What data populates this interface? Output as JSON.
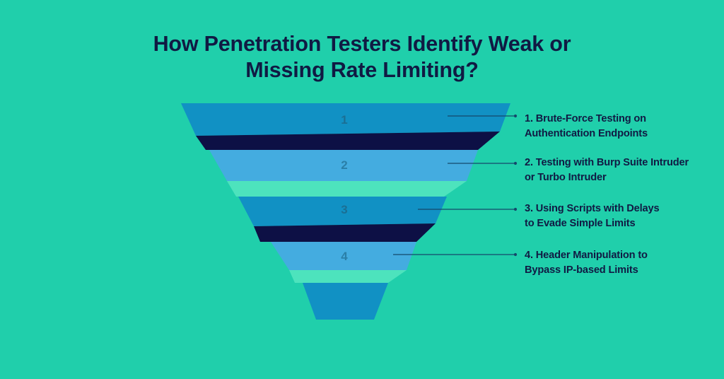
{
  "background_color": "#20cfab",
  "title": {
    "line1": "How Penetration Testers Identify Weak or",
    "line2": "Missing Rate Limiting?"
  },
  "palette": {
    "background": "#20cfab",
    "band_blue_dark": "#1191c4",
    "band_navy": "#0d1045",
    "band_blue_light": "#44ace0",
    "band_mint": "#4de3bd",
    "text_navy": "#101a43",
    "connector": "#15486b",
    "number_fill": "#1b6f94"
  },
  "funnel": {
    "steps": [
      {
        "number": "1",
        "band_color": "#1191c4"
      },
      {
        "number": "2",
        "band_color": "#44ace0"
      },
      {
        "number": "3",
        "band_color": "#1191c4"
      },
      {
        "number": "4",
        "band_color": "#44ace0"
      }
    ]
  },
  "labels": [
    {
      "id": "label-1",
      "line1": "1. Brute-Force Testing on",
      "line2": "Authentication Endpoints"
    },
    {
      "id": "label-2",
      "line1": "2. Testing with Burp Suite Intruder",
      "line2": "or Turbo Intruder"
    },
    {
      "id": "label-3",
      "line1": "3. Using Scripts with Delays",
      "line2": "to Evade Simple Limits"
    },
    {
      "id": "label-4",
      "line1": "4. Header Manipulation to",
      "line2": "Bypass IP-based Limits"
    }
  ],
  "chart_data": {
    "type": "funnel",
    "title": "How Penetration Testers Identify Weak or Missing Rate Limiting?",
    "orientation": "vertical-descending",
    "legend": "right-side numbered callouts",
    "categories": [
      "1. Brute-Force Testing on Authentication Endpoints",
      "2. Testing with Burp Suite Intruder or Turbo Intruder",
      "3. Using Scripts with Delays to Evade Simple Limits",
      "4. Header Manipulation to Bypass IP-based Limits"
    ],
    "stage_numbers": [
      "1",
      "2",
      "3",
      "4"
    ],
    "relative_widths": [
      1.0,
      0.79,
      0.6,
      0.42
    ],
    "tip_width": 0.2,
    "values": [
      4,
      3,
      2,
      1
    ],
    "xlabel": "",
    "ylabel": "",
    "grid": false
  }
}
